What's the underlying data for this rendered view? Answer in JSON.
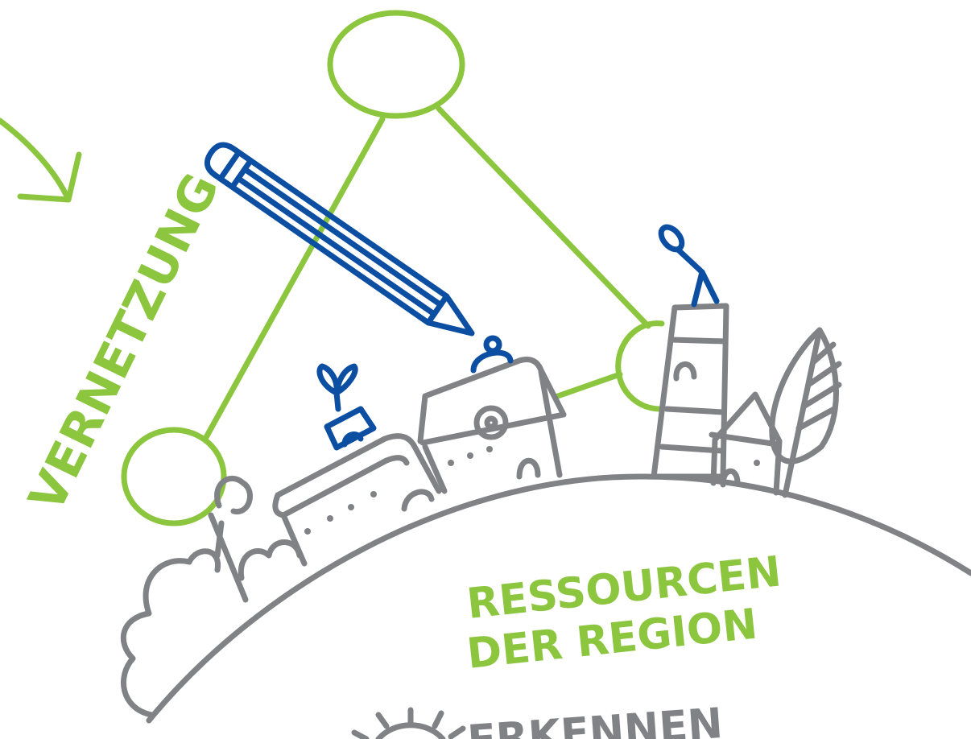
{
  "labels": {
    "vertical": "VERNETZUNG",
    "resources_line1": "RESSOURCEN",
    "resources_line2": "DER REGION",
    "bottom": "ERKENNEN"
  },
  "colors": {
    "green": "#8cc63f",
    "blue": "#0b4ea2",
    "gray": "#808285"
  },
  "icons": [
    "arrow-icon",
    "pencil-icon",
    "network-node-icon",
    "house-icon",
    "tower-icon",
    "tree-icon",
    "bush-icon",
    "sun-icon"
  ]
}
